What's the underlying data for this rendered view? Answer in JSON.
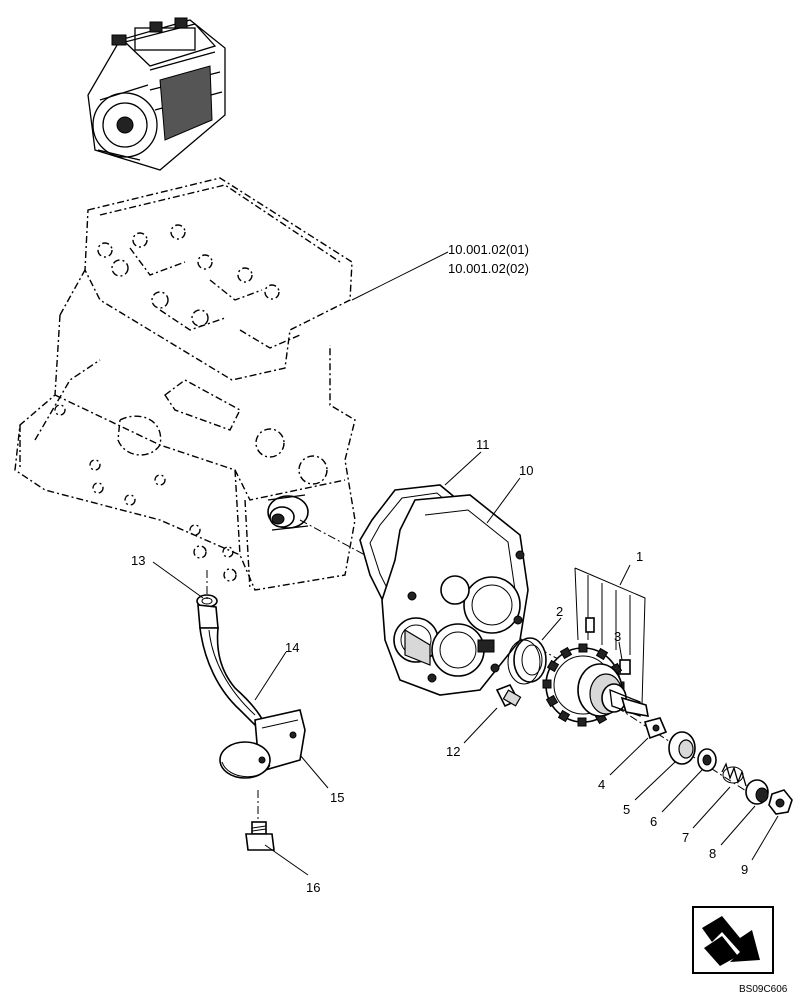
{
  "diagram": {
    "callouts": [
      {
        "id": "1",
        "label": "1"
      },
      {
        "id": "2",
        "label": "2"
      },
      {
        "id": "3",
        "label": "3"
      },
      {
        "id": "4",
        "label": "4"
      },
      {
        "id": "5",
        "label": "5"
      },
      {
        "id": "6",
        "label": "6"
      },
      {
        "id": "7",
        "label": "7"
      },
      {
        "id": "8",
        "label": "8"
      },
      {
        "id": "9",
        "label": "9"
      },
      {
        "id": "10",
        "label": "10"
      },
      {
        "id": "11",
        "label": "11"
      },
      {
        "id": "12",
        "label": "12"
      },
      {
        "id": "13",
        "label": "13"
      },
      {
        "id": "14",
        "label": "14"
      },
      {
        "id": "15",
        "label": "15"
      },
      {
        "id": "16",
        "label": "16"
      }
    ],
    "references": [
      "10.001.02(01)",
      "10.001.02(02)"
    ],
    "figure_code": "BS09C606",
    "icons": [
      "engine-thumbnail-icon",
      "navigation-arrow-icon"
    ]
  }
}
